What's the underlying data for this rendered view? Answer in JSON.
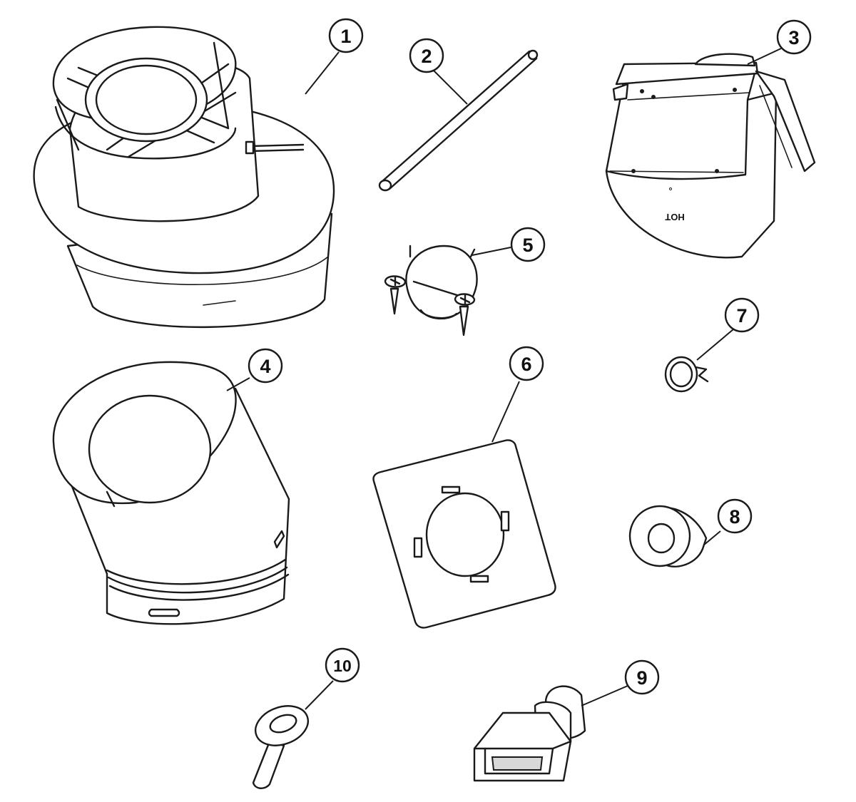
{
  "diagram": {
    "callouts": [
      {
        "id": "1",
        "label": "1"
      },
      {
        "id": "2",
        "label": "2"
      },
      {
        "id": "3",
        "label": "3"
      },
      {
        "id": "4",
        "label": "4"
      },
      {
        "id": "5",
        "label": "5"
      },
      {
        "id": "6",
        "label": "6"
      },
      {
        "id": "7",
        "label": "7"
      },
      {
        "id": "8",
        "label": "8"
      },
      {
        "id": "9",
        "label": "9"
      },
      {
        "id": "10",
        "label": "10"
      }
    ],
    "stamp_text": "HOT"
  }
}
